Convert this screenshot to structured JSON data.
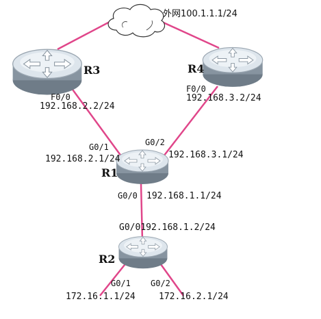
{
  "colors": {
    "link": "#e0468a",
    "router_top": "#d9e2ea",
    "router_side": "#7d8a96",
    "arrow": "#ffffff",
    "text": "#111111"
  },
  "cloud": {
    "icon": "cloud-icon",
    "label": "外网100.1.1.1/24"
  },
  "routers": {
    "r1": {
      "name": "R1",
      "icon": "router-icon"
    },
    "r2": {
      "name": "R2",
      "icon": "router-icon"
    },
    "r3": {
      "name": "R3",
      "icon": "router-icon"
    },
    "r4": {
      "name": "R4",
      "icon": "router-icon"
    }
  },
  "interfaces": {
    "r3_f00": {
      "port": "F0/0",
      "ip": "192.168.2.2/24"
    },
    "r4_f00": {
      "port": "F0/0",
      "ip": "192.168.3.2/24"
    },
    "r1_g01": {
      "port": "G0/1",
      "ip": "192.168.2.1/24"
    },
    "r1_g02": {
      "port": "G0/2",
      "ip": "192.168.3.1/24"
    },
    "r1_g00": {
      "port": "G0/0",
      "ip": "192.168.1.1/24"
    },
    "r2_g00": {
      "port": "G0/0",
      "ip": "192.168.1.2/24"
    },
    "r2_g01": {
      "port": "G0/1",
      "ip": "172.16.1.1/24"
    },
    "r2_g02": {
      "port": "G0/2",
      "ip": "172.16.2.1/24"
    }
  }
}
